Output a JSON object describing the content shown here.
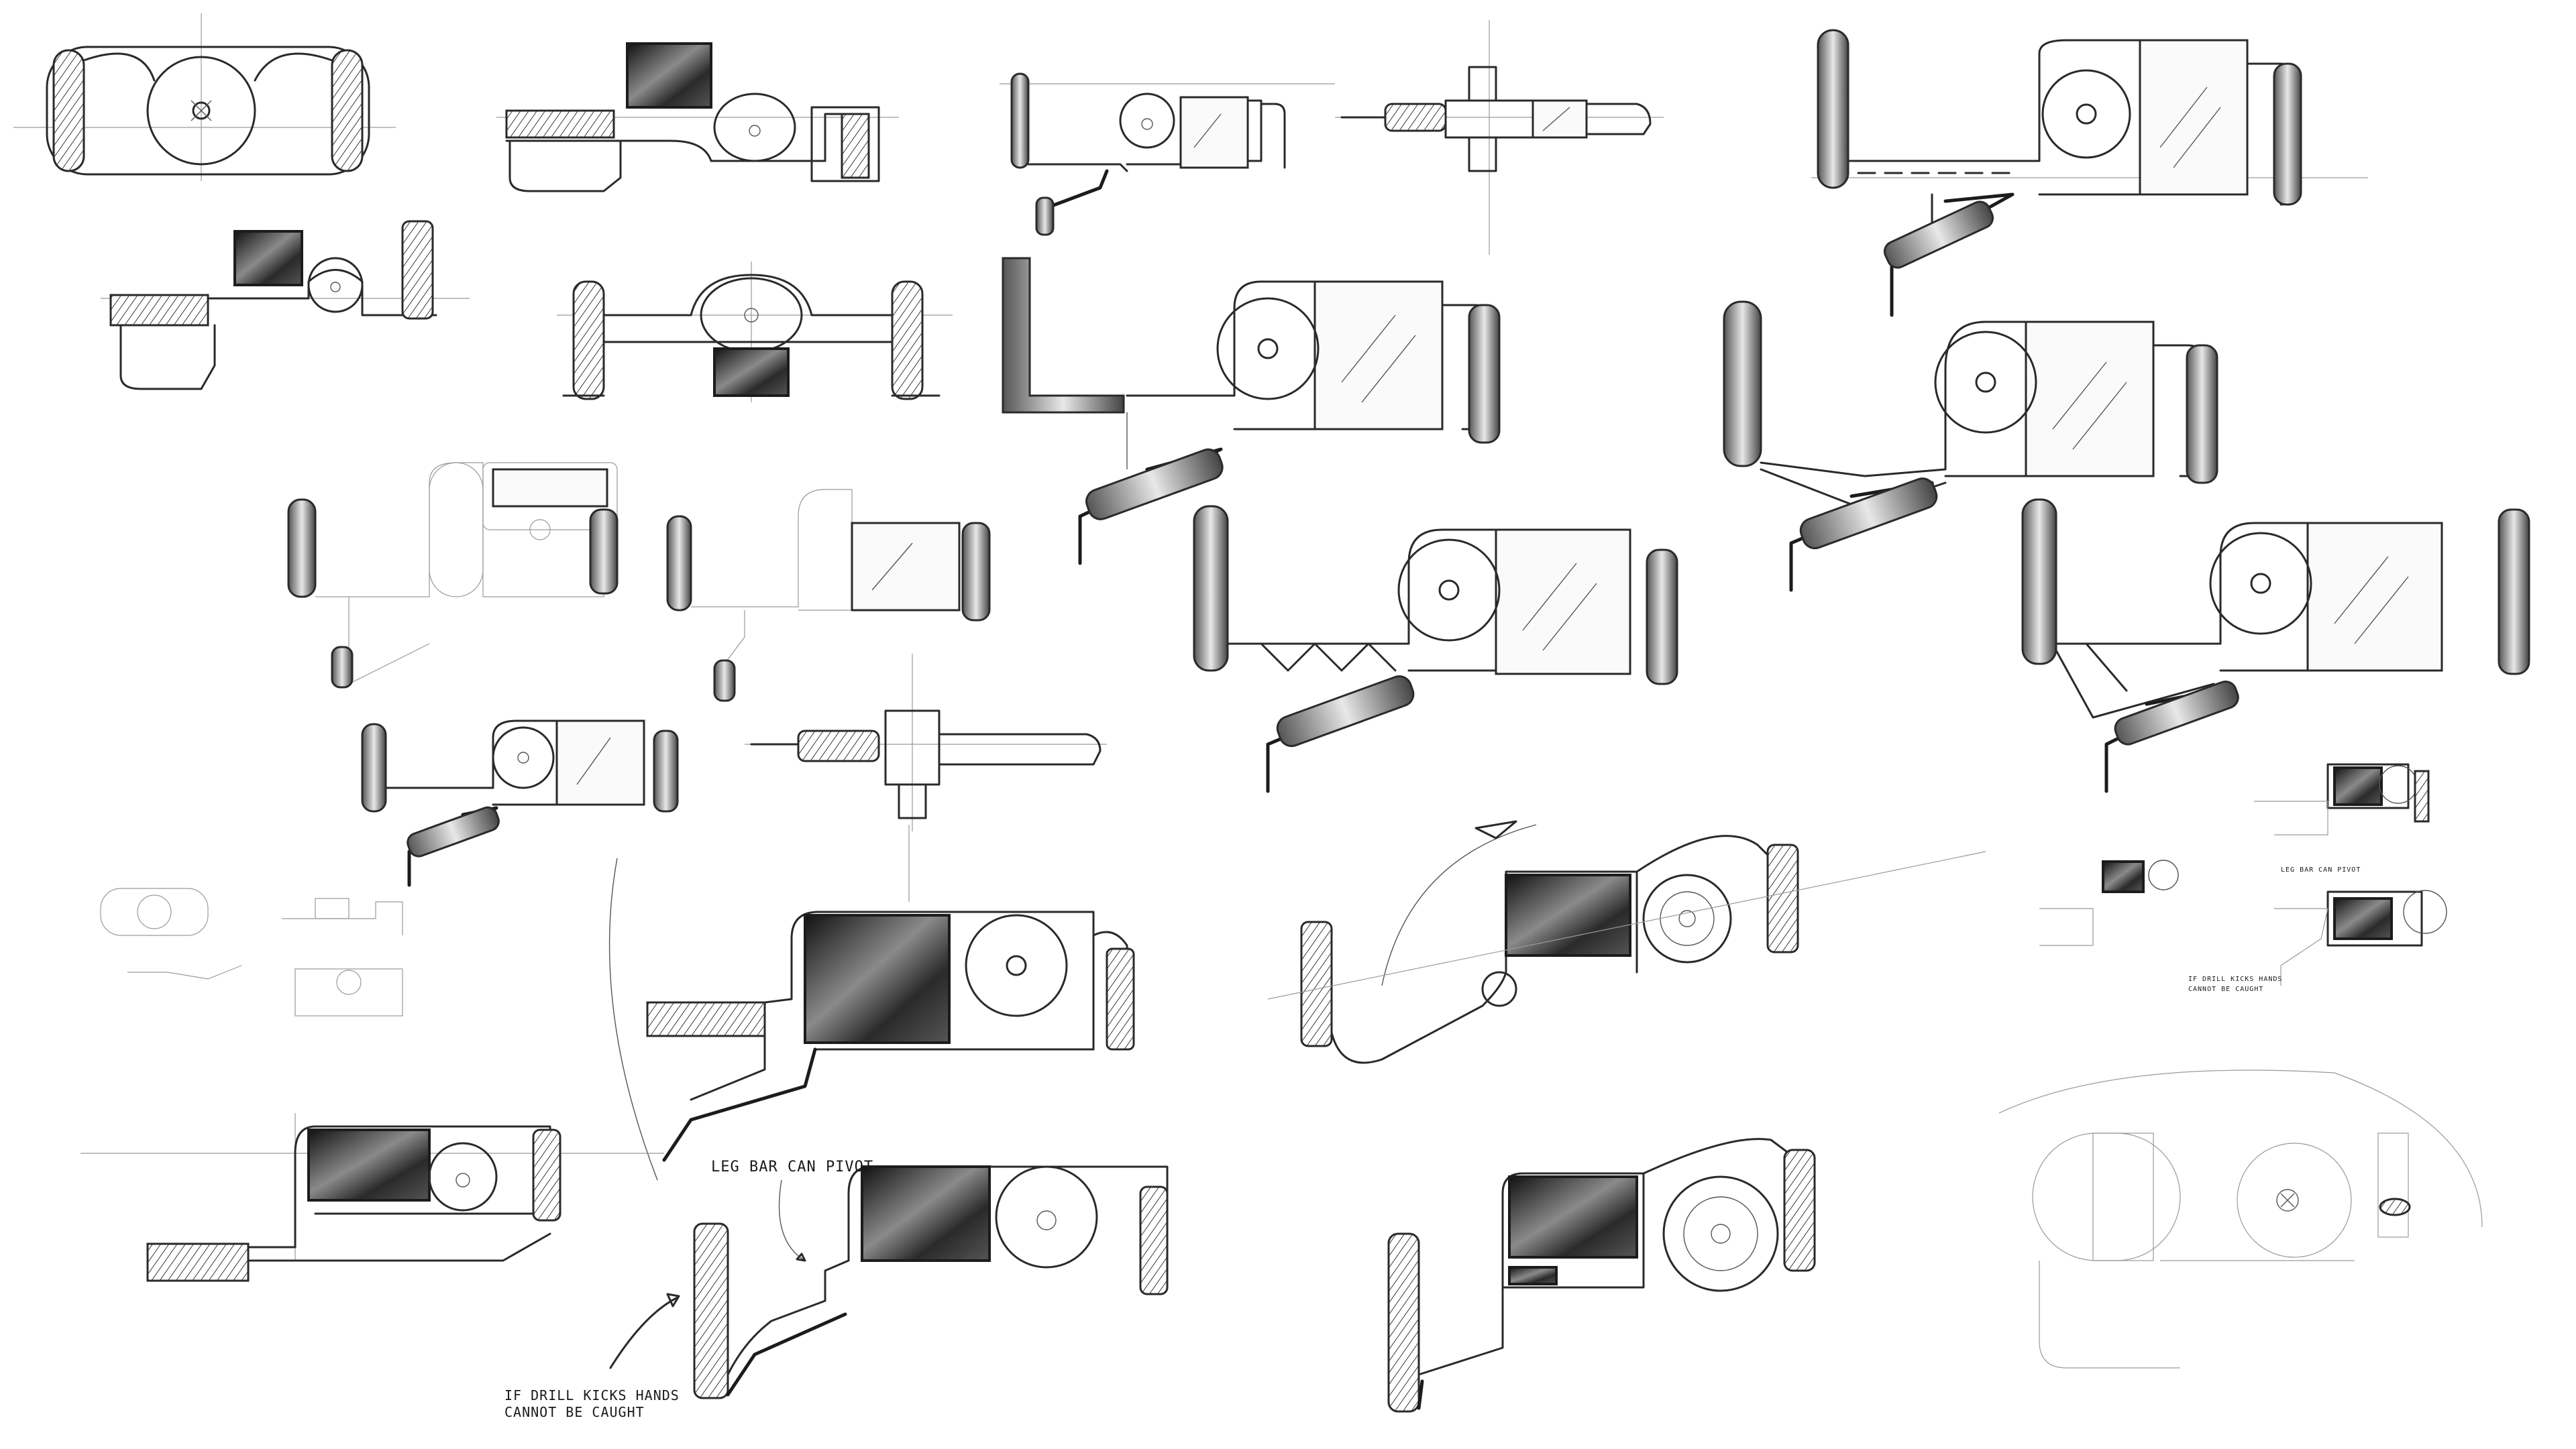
{
  "annotations": {
    "leg_bar": "LEG BAR CAN PIVOT",
    "drill_kicks_line1": "IF DRILL KICKS HANDS",
    "drill_kicks_line2": "CANNOT BE CAUGHT",
    "small_leg_bar": "LEG BAR CAN PIVOT",
    "small_drill_line1": "IF DRILL KICKS HANDS",
    "small_drill_line2": "CANNOT BE CAUGHT"
  },
  "colors": {
    "ink": "#2a2a2a",
    "paper": "#ffffff",
    "screen_dark": "#1a1a1a"
  }
}
